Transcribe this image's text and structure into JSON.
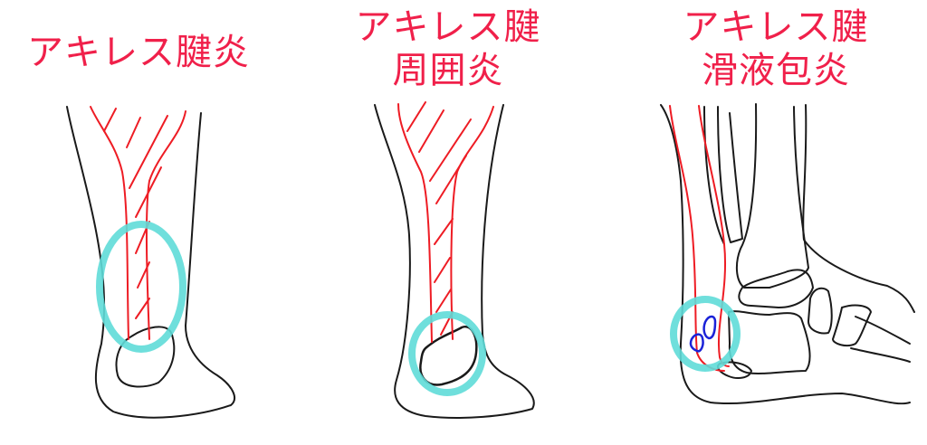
{
  "panels": [
    {
      "id": "achilles-tendinitis",
      "title_lines": [
        "アキレス腱炎"
      ],
      "view": "posterior",
      "highlight": "tendon body (mid-portion)"
    },
    {
      "id": "achilles-paratenonitis",
      "title_lines": [
        "アキレス腱",
        "周囲炎"
      ],
      "view": "posterior",
      "highlight": "tendon insertion at calcaneus"
    },
    {
      "id": "achilles-bursitis",
      "title_lines": [
        "アキレス腱",
        "滑液包炎"
      ],
      "view": "lateral",
      "highlight": "bursae near calcaneus"
    }
  ],
  "colors": {
    "title": "#f0204a",
    "tendon": "#ee1c24",
    "outline": "#1a1a1a",
    "highlight_circle": "#5fdbd8",
    "bursa": "#1a22d8"
  }
}
